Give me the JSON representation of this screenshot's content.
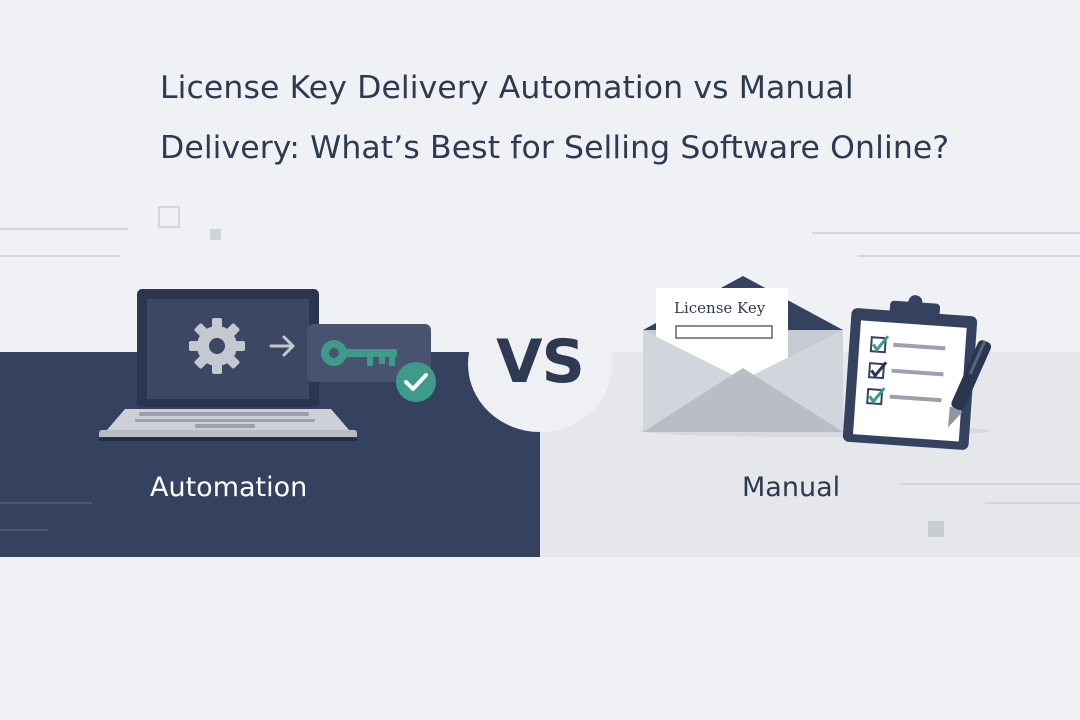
{
  "title": {
    "line1": "License Key Delivery Automation vs Manual",
    "line2": "Delivery: What’s Best for Selling Software Online?"
  },
  "automation": {
    "label": "Automation"
  },
  "manual": {
    "label": "Manual",
    "envelope_letter_text": "License Key"
  },
  "vs_text": "VS",
  "colors": {
    "navy": "#35425f",
    "text_dark": "#2e3a52",
    "teal": "#3e9b8a",
    "light_panel": "#e6e7ea",
    "background": "#f0f1f4"
  },
  "icons": [
    "gear-icon",
    "arrow-right-icon",
    "key-icon",
    "check-icon",
    "laptop-icon",
    "envelope-icon",
    "clipboard-icon",
    "pen-icon"
  ]
}
